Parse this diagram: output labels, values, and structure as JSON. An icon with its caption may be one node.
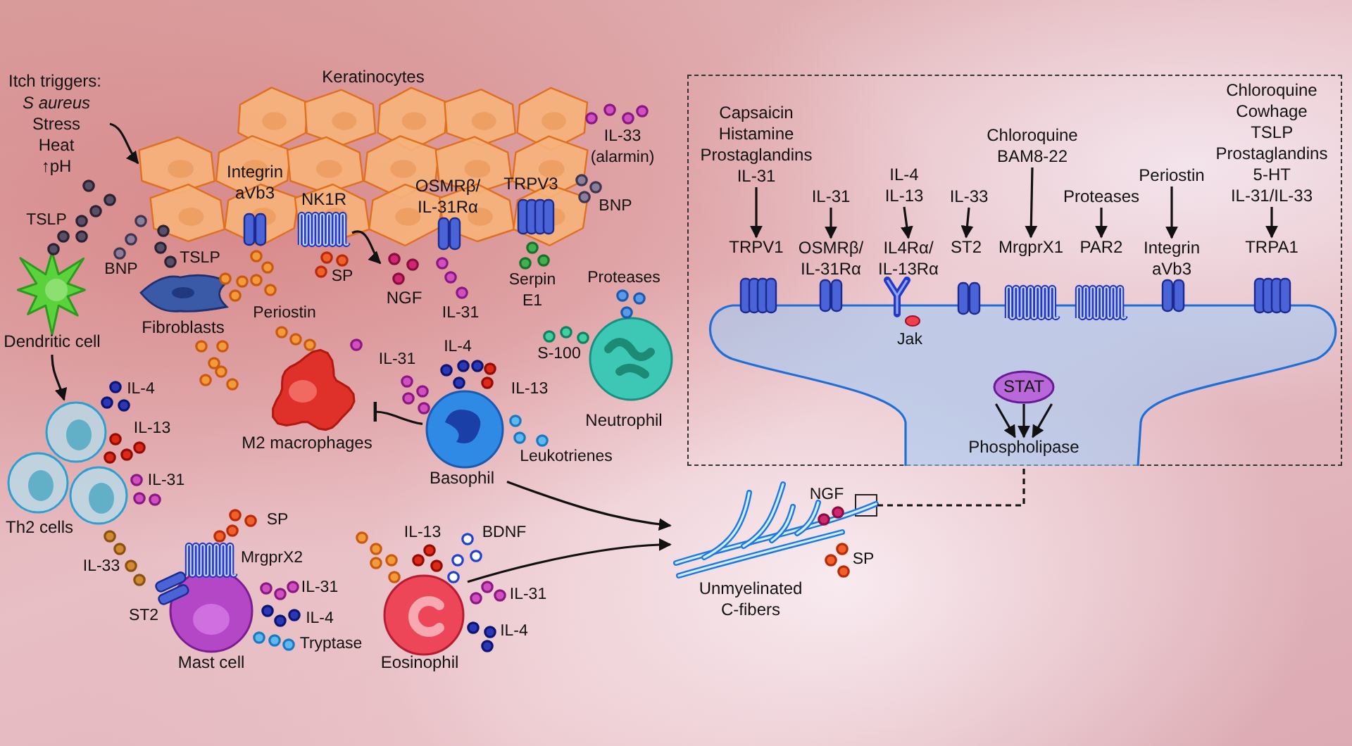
{
  "diagram": {
    "nodes": [
      {
        "text": [
          "Itch triggers:",
          "*S aureus* Stress Heat ↑pH"
        ]
      },
      {
        "text": [
          "Keratinocytes"
        ]
      },
      {
        "text": [
          "Integrin aVb3"
        ],
        "in": 1
      },
      {
        "text": [
          "NK1R"
        ],
        "in": 1
      },
      {
        "text": [
          "OSMRβ/ IL-31Rα"
        ],
        "in": 1
      },
      {
        "text": [
          "TRPV3"
        ],
        "in": 1
      },
      {
        "text": [
          "NGF"
        ]
      },
      {
        "text": [
          "Dendritic cell"
        ]
      },
      {
        "text": [
          "Fibroblasts"
        ]
      },
      {
        "text": [
          "Neutrophil"
        ]
      },
      {
        "text": [
          "M2 macrophages"
        ]
      },
      {
        "text": [
          "Basophil"
        ]
      },
      {
        "text": [
          "Th2 cells"
        ]
      },
      {
        "text": [
          "Mast cell"
        ]
      },
      {
        "text": [
          "Eosinophil"
        ]
      },
      {
        "text": [
          "Unmyelinated C-fibers"
        ]
      },
      {
        "text": [],
        "shape": "box",
        "in": 15
      },
      {
        "text": [],
        "shape": "box"
      },
      {
        "text": [
          "Capsaicin Histamine Prostaglandins IL-31"
        ],
        "in": 17
      },
      {
        "text": [
          "TRPV1"
        ],
        "in": 17
      },
      {
        "text": [
          "IL-31"
        ],
        "in": 17
      },
      {
        "text": [
          "OSMRβ/ IL-31Rα"
        ],
        "in": 17
      },
      {
        "text": [
          "IL-4 IL-13"
        ],
        "in": 17
      },
      {
        "text": [
          "IL4Rα/ IL-13Rα"
        ],
        "in": 17
      },
      {
        "text": [
          "IL-33"
        ],
        "in": 17
      },
      {
        "text": [
          "ST2"
        ],
        "in": 17
      },
      {
        "text": [
          "Chloroquine BAM8-22"
        ],
        "in": 17
      },
      {
        "text": [
          "MrgprX1"
        ],
        "in": 17
      },
      {
        "text": [
          "Proteases"
        ],
        "in": 17
      },
      {
        "text": [
          "PAR2"
        ],
        "in": 17
      },
      {
        "text": [
          "Periostin"
        ],
        "in": 17
      },
      {
        "text": [
          "Integrin aVb3"
        ],
        "in": 17
      },
      {
        "text": [
          "Chloroquine Cowhage TSLP Prostaglandins 5-HT IL-31/IL-33"
        ],
        "in": 17
      },
      {
        "text": [
          "TRPA1"
        ],
        "in": 17
      },
      {
        "text": [
          "STAT"
        ],
        "in": 17
      },
      {
        "text": [
          "Phospholipase"
        ],
        "in": 17
      }
    ],
    "edges": [
      {
        "from": 0,
        "to": 1,
        "arrow": "to"
      },
      {
        "from": 3,
        "to": 6,
        "arrow": "to"
      },
      {
        "from": 7,
        "to": 12,
        "arrow": "to"
      },
      {
        "from": 11,
        "to": 10,
        "arrow": "other"
      },
      {
        "from": 11,
        "to": 15,
        "arrow": "to"
      },
      {
        "from": 14,
        "to": 15,
        "arrow": "to"
      },
      {
        "from": 16,
        "to": 17,
        "arrow": "none",
        "style": "dashed"
      },
      {
        "from": 18,
        "to": 19,
        "arrow": "to"
      },
      {
        "from": 20,
        "to": 21,
        "arrow": "to"
      },
      {
        "from": 22,
        "to": 23,
        "arrow": "to"
      },
      {
        "from": 24,
        "to": 25,
        "arrow": "to"
      },
      {
        "from": 26,
        "to": 27,
        "arrow": "to"
      },
      {
        "from": 28,
        "to": 29,
        "arrow": "to"
      },
      {
        "from": 30,
        "to": 31,
        "arrow": "to"
      },
      {
        "from": 32,
        "to": 33,
        "arrow": "to"
      },
      {
        "from": 34,
        "to": 35,
        "arrow": "to"
      },
      {
        "from": 34,
        "to": 35,
        "arrow": "to"
      },
      {
        "from": 34,
        "to": 35,
        "arrow": "to"
      }
    ],
    "labels": [
      "IL-33 (alarmin)",
      "BNP",
      "TSLP",
      "TSLP",
      "BNP",
      "SP",
      "Serpin E1",
      "Proteases",
      "Periostin",
      "IL-31",
      "IL-4",
      "S-100",
      "IL-31",
      "IL-4",
      "IL-13",
      "IL-13",
      "Leukotrienes",
      "IL-31",
      "SP",
      "IL-13",
      "BDNF",
      "MrgprX2",
      "IL-33",
      "IL-31",
      "IL-31",
      "ST2",
      "IL-4",
      "IL-4",
      "Tryptase",
      "NGF",
      "SP",
      "Jak"
    ]
  }
}
